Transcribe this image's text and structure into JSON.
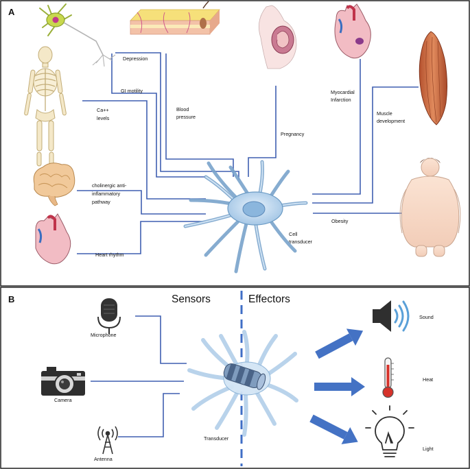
{
  "panel_a": {
    "letter": "A",
    "labels": {
      "depression": "Depression",
      "gi_motility": "GI motility",
      "ca_line1": "Ca++",
      "ca_line2": "levels",
      "blood_line1": "Blood",
      "blood_line2": "pressure",
      "pregnancy": "Pregnancy",
      "myo_line1": "Myocardial",
      "myo_line2": "Infarction",
      "muscle_line1": "Muscle",
      "muscle_line2": "development",
      "chol_line1": "cholinergic anti-",
      "chol_line2": "inflammatory",
      "chol_line3": "pathway",
      "heart_rhythm": "Heart rhythm",
      "obesity": "Obesity",
      "cell_line1": "Cell",
      "cell_line2": "transducer"
    }
  },
  "panel_b": {
    "letter": "B",
    "sensors": "Sensors",
    "effectors": "Effectors",
    "microphone": "Microphone",
    "camera": "Camera",
    "antenna": "Antenna",
    "transducer": "Transducer",
    "sound": "Sound",
    "heat": "Heat",
    "light": "Light"
  },
  "colors": {
    "line": "#3f5fb0",
    "arrow": "#4472c4",
    "cell_fill": "#bcd7ee",
    "cell_stroke": "#6a9ac4",
    "frame": "#222222"
  }
}
